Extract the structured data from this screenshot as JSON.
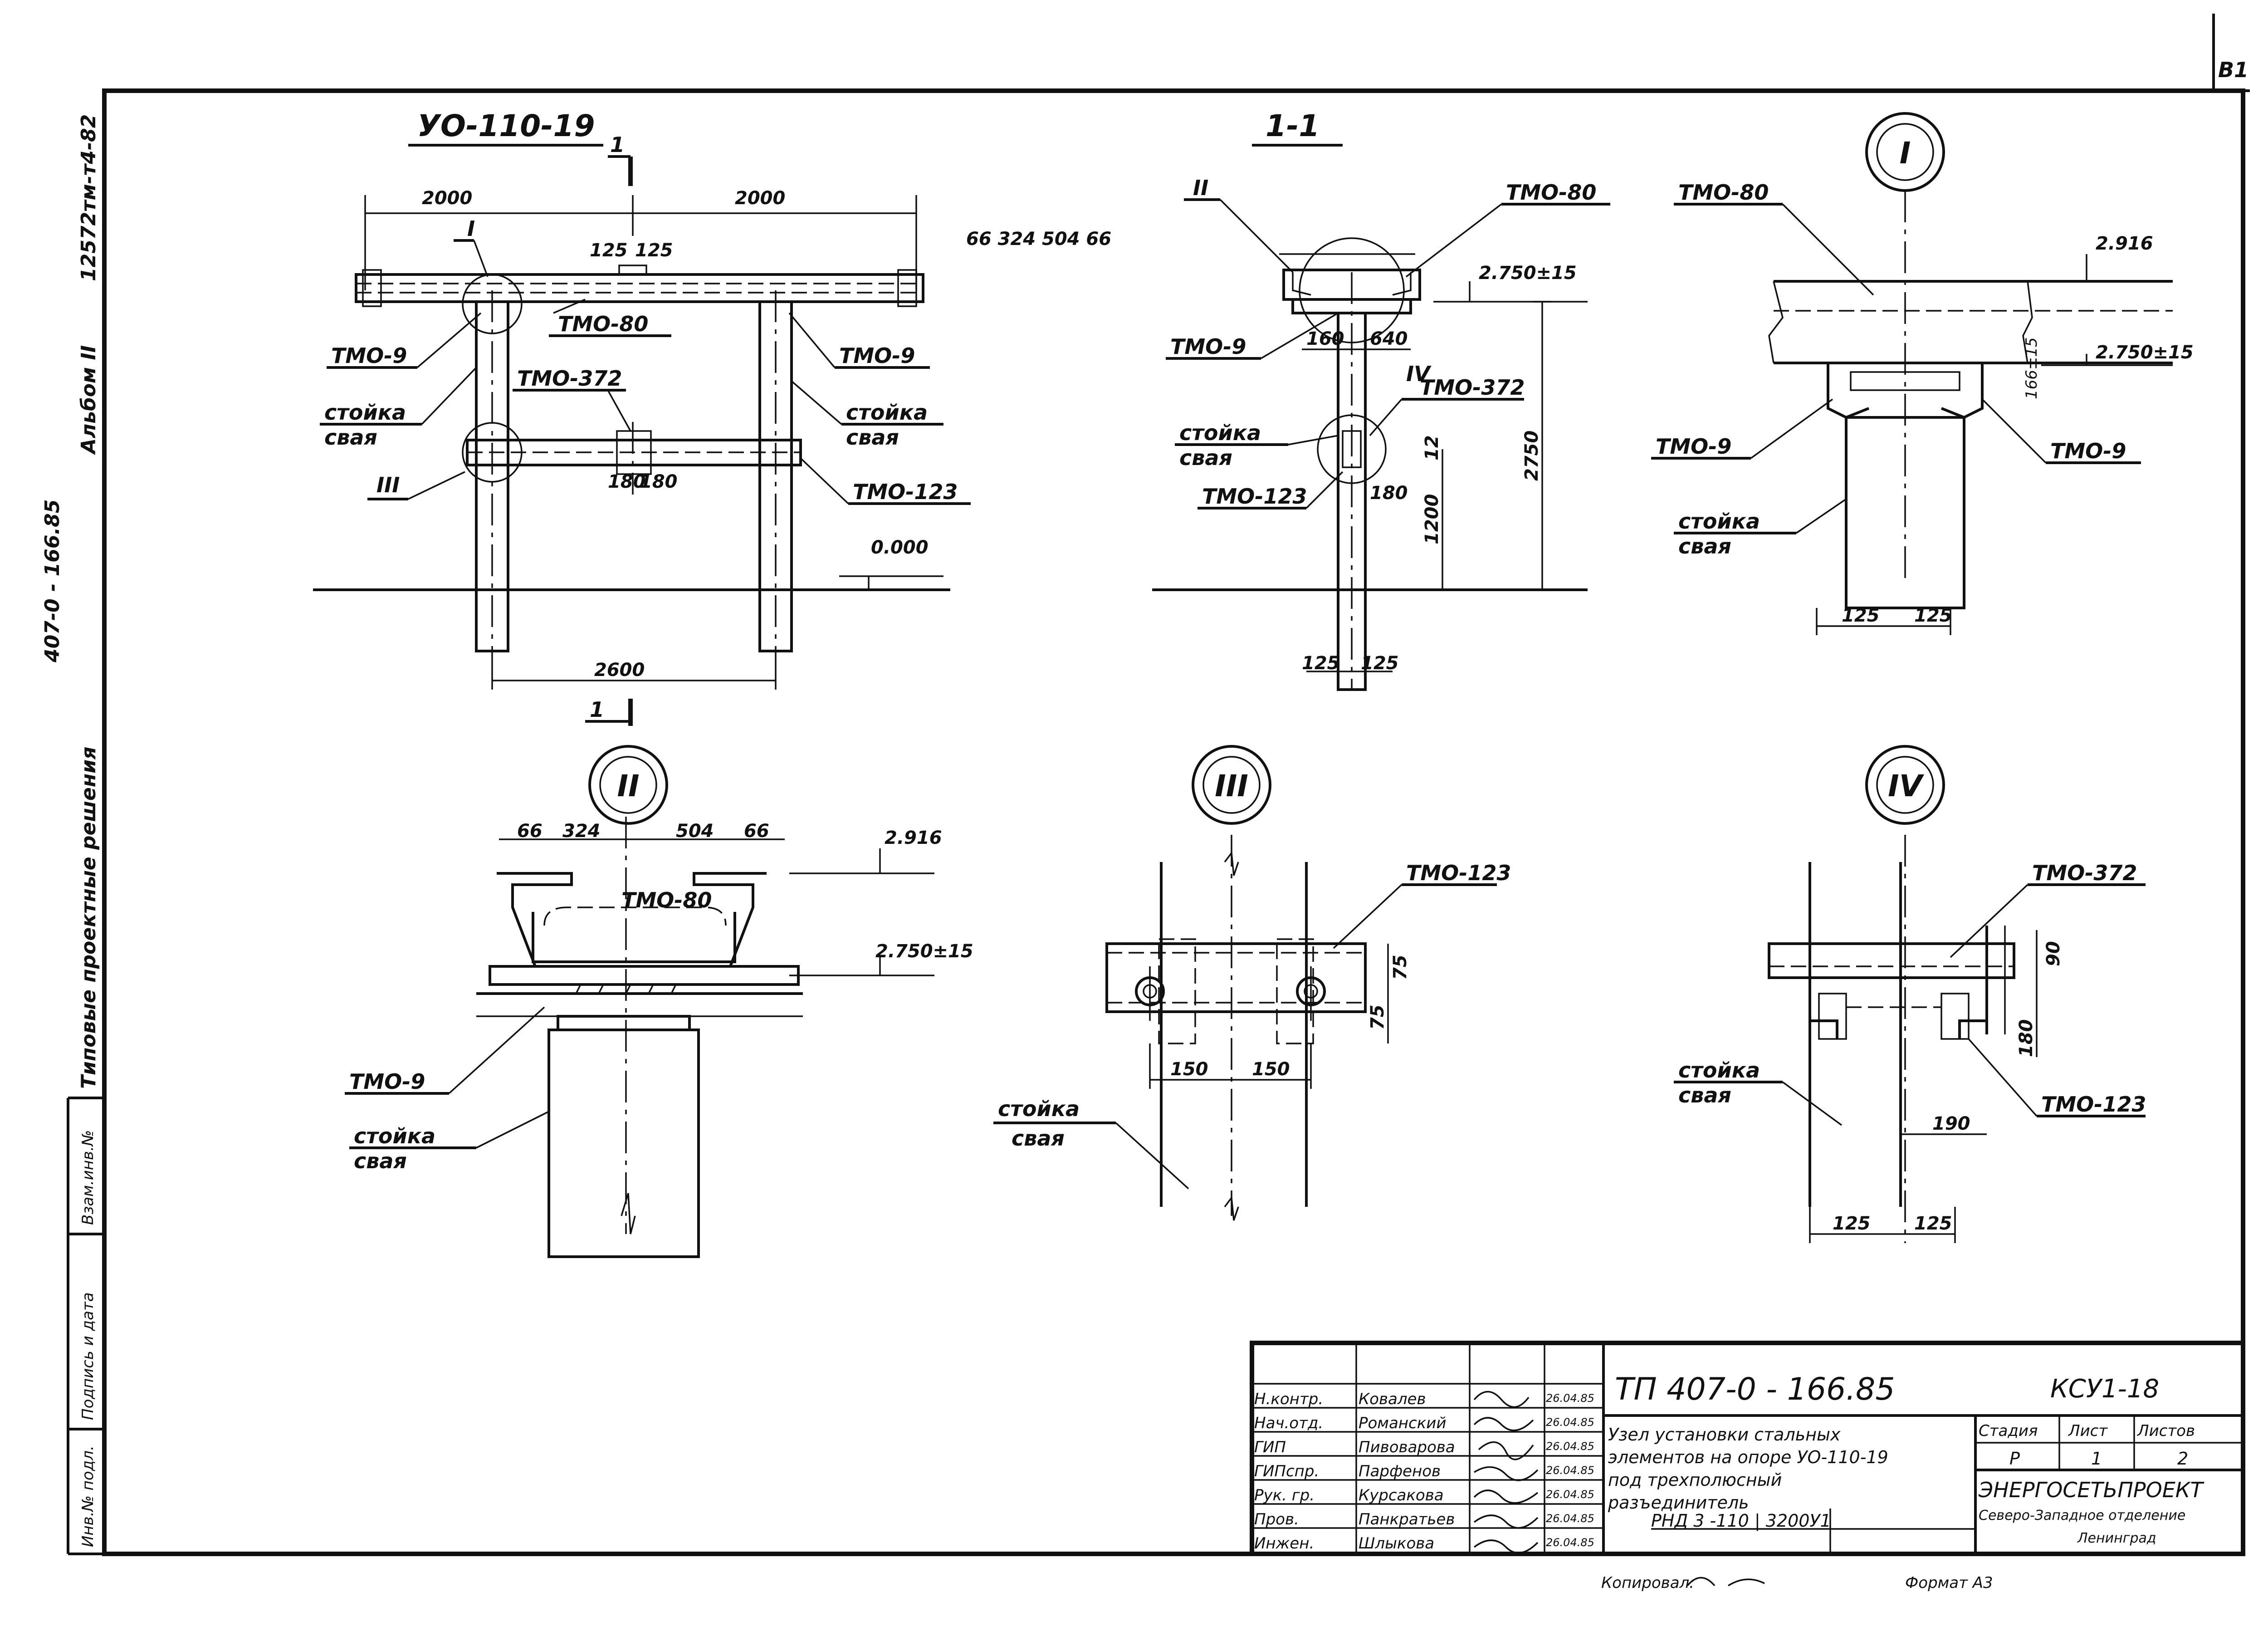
{
  "sheet": {
    "page_corner": "B1",
    "album_series": "407-0 - 166.85",
    "album_number": "Альбом II",
    "album_code": "12572тм-т4-82",
    "album_type": "Типовые проектные решения",
    "side_stamp": [
      "Инв.№ подл.",
      "Подпись и дата",
      "Взам.инв.№"
    ]
  },
  "views": {
    "main": {
      "title": "УО-110-19",
      "dims": {
        "left": "2000",
        "right": "2000",
        "c1": "125",
        "c2": "125",
        "mid1": "180",
        "mid2": "180",
        "base": "2600"
      },
      "labels": {
        "tmo80": "ТМО-80",
        "tmo9_l": "ТМО-9",
        "tmo9_r": "ТМО-9",
        "tmo372": "ТМО-372",
        "tmo123": "ТМО-123",
        "stoika_l": "стойка",
        "svaya_l": "свая",
        "stoika_r": "стойка",
        "svaya_r": "свая",
        "mark_I": "I",
        "mark_III": "III",
        "level0": "0.000",
        "section": "1"
      }
    },
    "section11": {
      "title": "1-1",
      "dims": {
        "top": "66 324 504 66",
        "b1": "160",
        "b2": "640",
        "v12": "12",
        "v180": "180",
        "v1200": "1200",
        "v2750": "2750",
        "s1": "125",
        "s2": "125"
      },
      "labels": {
        "mark_II": "II",
        "mark_IV": "IV",
        "tmo80": "ТМО-80",
        "level": "2.750±15",
        "tmo9": "ТМО-9",
        "tmo372": "ТМО-372",
        "stoika": "стойка",
        "svaya": "свая",
        "tmo123": "ТМО-123"
      }
    },
    "detailI": {
      "roman": "I",
      "labels": {
        "tmo80": "ТМО-80",
        "lvl_top": "2.916",
        "lvl_bot": "2.750±15",
        "v166": "166±15",
        "tmo9_l": "ТМО-9",
        "tmo9_r": "ТМО-9",
        "stoika": "стойка",
        "svaya": "свая",
        "d1": "125",
        "d2": "125"
      }
    },
    "detailII": {
      "roman": "II",
      "dims": {
        "a": "66",
        "b": "324",
        "c": "504",
        "d": "66"
      },
      "labels": {
        "lvl_top": "2.916",
        "tmo80": "ТМО-80",
        "lvl_bot": "2.750±15",
        "tmo9": "ТМО-9",
        "stoika": "стойка",
        "svaya": "свая"
      }
    },
    "detailIII": {
      "roman": "III",
      "dims": {
        "h1": "150",
        "h2": "150",
        "v1": "75",
        "v2": "75"
      },
      "labels": {
        "tmo123": "ТМО-123",
        "stoika": "стойка",
        "svaya": "свая"
      }
    },
    "detailIV": {
      "roman": "IV",
      "dims": {
        "v90": "90",
        "v180": "180",
        "h190": "190",
        "d1": "125",
        "d2": "125"
      },
      "labels": {
        "tmo372": "ТМО-372",
        "tmo123": "ТМО-123",
        "stoika": "стойка",
        "svaya": "свая"
      }
    }
  },
  "title_block": {
    "people": [
      {
        "role": "Н.контр.",
        "name": "Ковалев",
        "date": "26.04.85"
      },
      {
        "role": "Нач.отд.",
        "name": "Романский",
        "date": "26.04.85"
      },
      {
        "role": "ГИП",
        "name": "Пивоварова",
        "date": "26.04.85"
      },
      {
        "role": "ГИПспр.",
        "name": "Парфенов",
        "date": "26.04.85"
      },
      {
        "role": "Рук. гр.",
        "name": "Курсакова",
        "date": "26.04.85"
      },
      {
        "role": "Пров.",
        "name": "Панкратьев",
        "date": "26.04.85"
      },
      {
        "role": "Инжен.",
        "name": "Шлыкова",
        "date": "26.04.85"
      }
    ],
    "doc_code": "ТП 407-0 - 166.85",
    "sheet_code": "КСУ1-18",
    "description": [
      "Узел установки стальных",
      "элементов на опоре УО-110-19",
      "под трехполюсный",
      "разъединитель",
      "РНД 3 -110 | 3200У1"
    ],
    "stage_label": "Стадия",
    "sheet_label": "Лист",
    "sheets_label": "Листов",
    "stage": "Р",
    "sheet": "1",
    "sheets": "2",
    "org": [
      "ЭНЕРГОСЕТЬПРОЕКТ",
      "Северо-Западное отделение",
      "Ленинград"
    ],
    "copied": "Копировал:",
    "format_label": "Формат А3"
  }
}
